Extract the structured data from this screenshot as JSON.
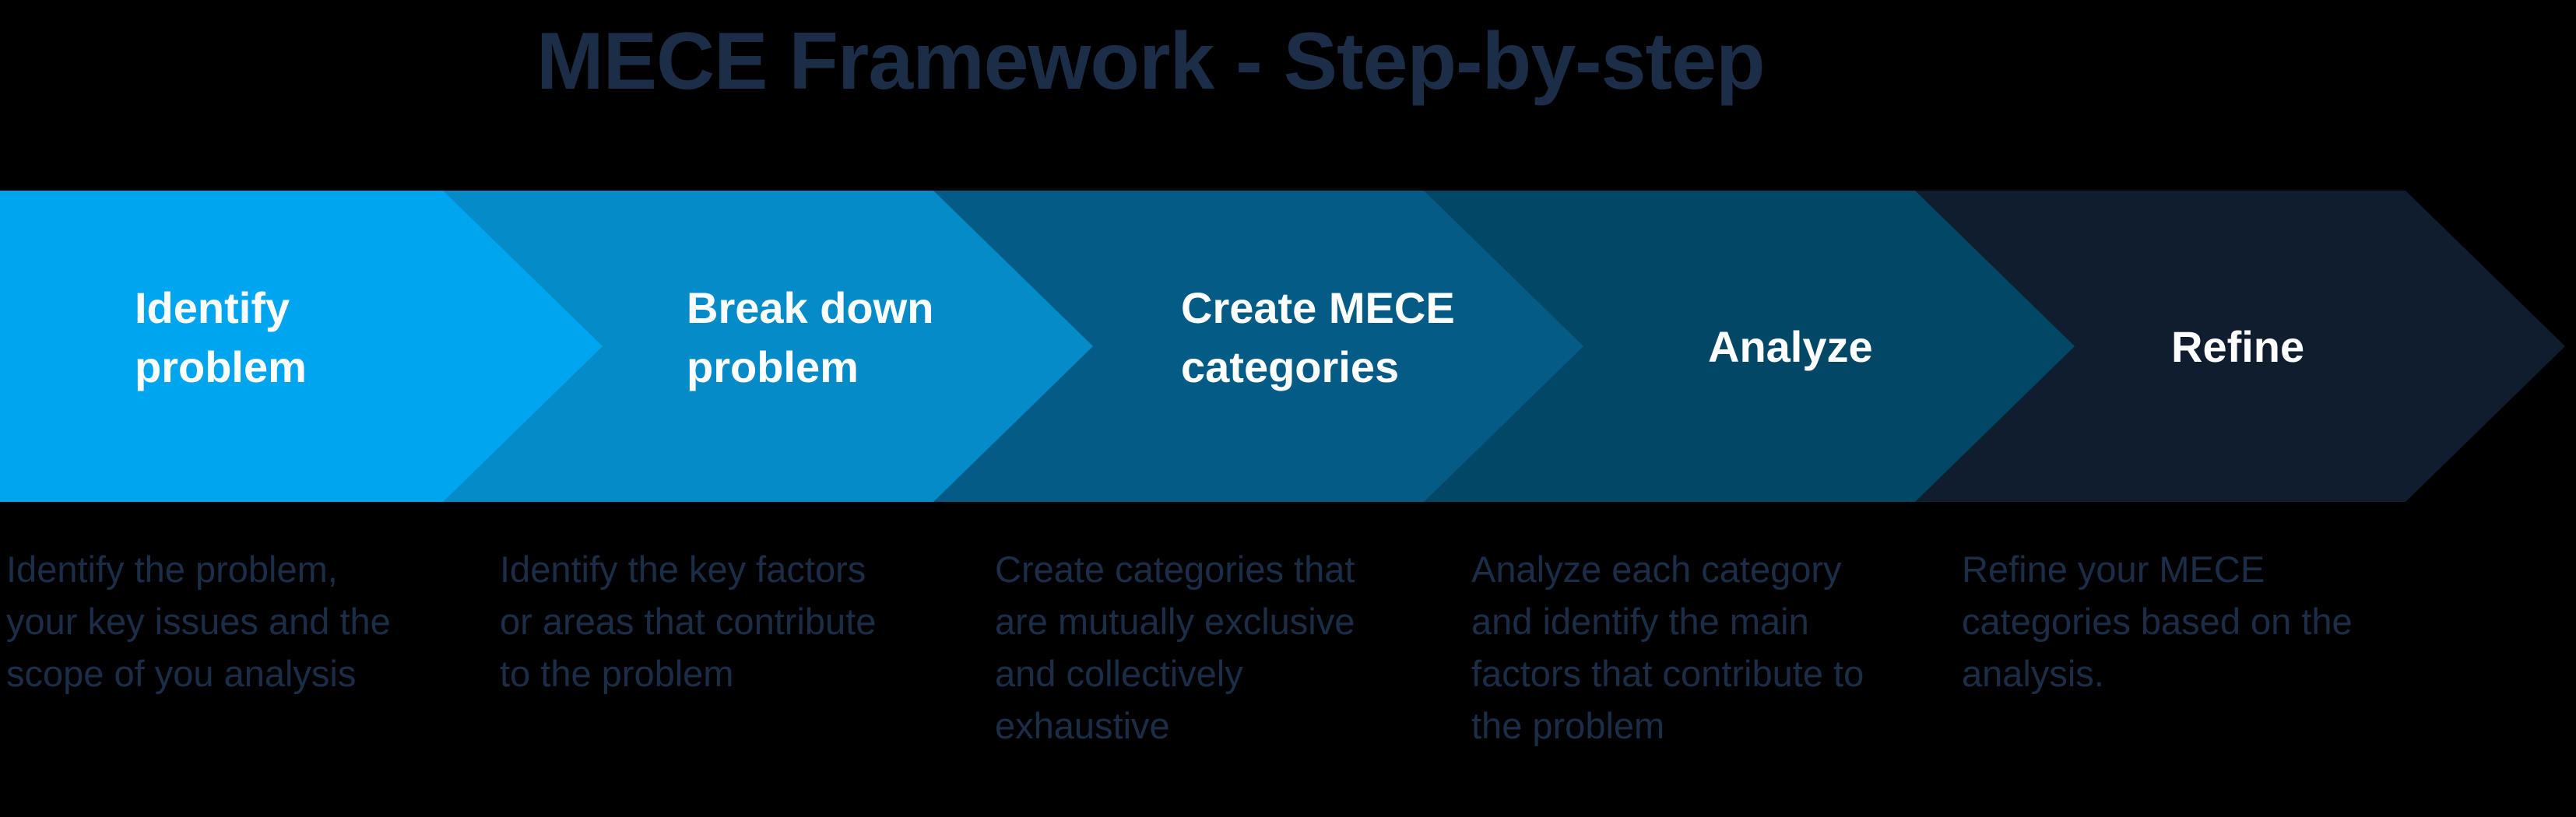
{
  "title": "MECE Framework - Step-by-step",
  "background_color": "#000000",
  "title_color": "#1B2D47",
  "label_color": "#FFFFFF",
  "description_color": "#1B2D47",
  "steps": [
    {
      "label": "Identify\nproblem",
      "description": "Identify the problem,\nyour key issues and the\nscope of you analysis",
      "color": "#00A5F0"
    },
    {
      "label": "Break down\nproblem",
      "description": "Identify the key factors\nor areas that contribute\nto the problem",
      "color": "#058BC8"
    },
    {
      "label": "Create MECE\ncategories",
      "description": "Create categories that\nare mutually exclusive\nand collectively\nexhaustive",
      "color": "#045C86"
    },
    {
      "label": "Analyze",
      "description": "Analyze each category\nand identify the main\nfactors that contribute to\nthe problem",
      "color": "#034767"
    },
    {
      "label": "Refine",
      "description": "Refine your MECE\ncategories based on the\nanalysis.",
      "color": "#0F1D2F"
    }
  ]
}
